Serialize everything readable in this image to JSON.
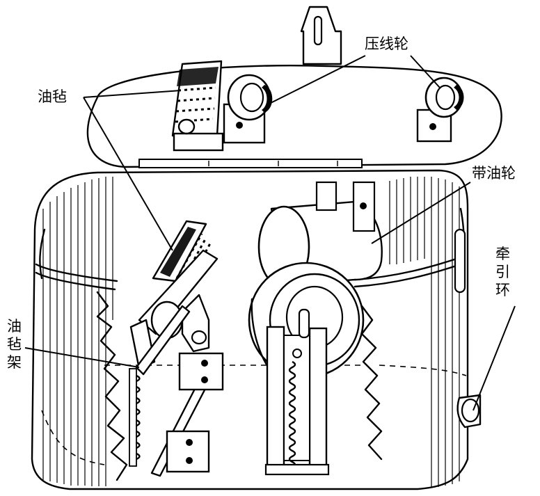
{
  "labels": {
    "pressure_wheel": "压线轮",
    "oil_felt": "油毡",
    "oil_wheel": "带油轮",
    "traction_ring": [
      "牵",
      "引",
      "环"
    ],
    "felt_holder": [
      "油",
      "毡",
      "架"
    ]
  },
  "colors": {
    "ink": "#000000",
    "paper": "#ffffff"
  }
}
